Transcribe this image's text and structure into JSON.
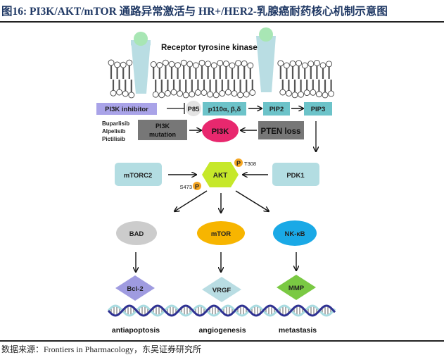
{
  "title": "图16:  PI3K/AKT/mTOR 通路异常激活与 HR+/HER2-乳腺癌耐药核心机制示意图",
  "footer": "数据来源：Frontiers in Pharmacology，东吴证券研究所",
  "diagram": {
    "receptor_label": "Receptor tyrosine kinase",
    "pi3k_inhibitor": "PI3K inhibitor",
    "inhibitor_drugs": [
      "Buparlisib",
      "Alpelisib",
      "Pictilisib"
    ],
    "p85": "P85",
    "p110": "p110α, β,δ",
    "pip2": "PIP2",
    "pip3": "PIP3",
    "pi3k_mutation_line1": "PI3K",
    "pi3k_mutation_line2": "mutation",
    "pi3k": "PI3K",
    "pten_loss": "PTEN loss",
    "mtorc2": "mTORC2",
    "akt": "AKT",
    "pdk1": "PDK1",
    "phospho": "P",
    "t308": "T308",
    "s473": "S473",
    "bad": "BAD",
    "mtor": "mTOR",
    "nfkb": "NK-κB",
    "bcl2": "Bcl-2",
    "vrgf": "VRGF",
    "mmp": "MMP",
    "outcomes": [
      "antiapoptosis",
      "angiogenesis",
      "metastasis"
    ]
  },
  "colors": {
    "title": "#1f3864",
    "receptor": "#b9dde3",
    "ligand": "#a8e6b4",
    "inhibitor_box": "#a9a3e8",
    "teal_box": "#6cc3c9",
    "gray_box": "#777777",
    "pi3k": "#e8286e",
    "light_box": "#b3dde2",
    "akt": "#c6e82a",
    "phospho": "#f5a623",
    "bad": "#cccccc",
    "mtor": "#f7b500",
    "nfkb": "#1aa9e6",
    "bcl2": "#9f9be0",
    "vrgf": "#b9dde3",
    "mmp": "#7ac943",
    "dna_dark": "#2e3192",
    "dna_light": "#a8dbe0"
  }
}
